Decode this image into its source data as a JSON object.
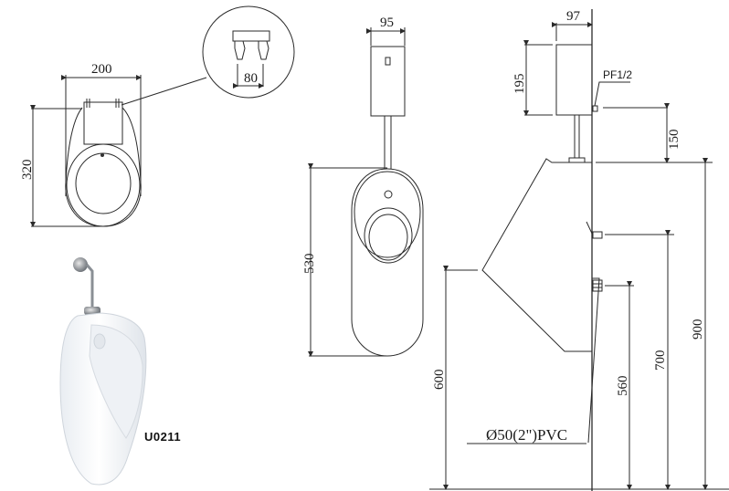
{
  "product": {
    "model_label": "U0211"
  },
  "front_view": {
    "width_dim": "200",
    "height_dim": "320",
    "detail_bracket_spacing": "80"
  },
  "side_elevation": {
    "tank_width_dim": "95",
    "bowl_height_dim": "530"
  },
  "installation_view": {
    "tank_depth_dim": "97",
    "tank_height_dim": "195",
    "inlet_label": "PF1/2",
    "inlet_to_top_dim": "150",
    "rim_height_dim": "600",
    "outlet_height_dim": "560",
    "spud_height_dim": "700",
    "top_height_dim": "900",
    "drain_label": "Ø50(2\")PVC"
  }
}
